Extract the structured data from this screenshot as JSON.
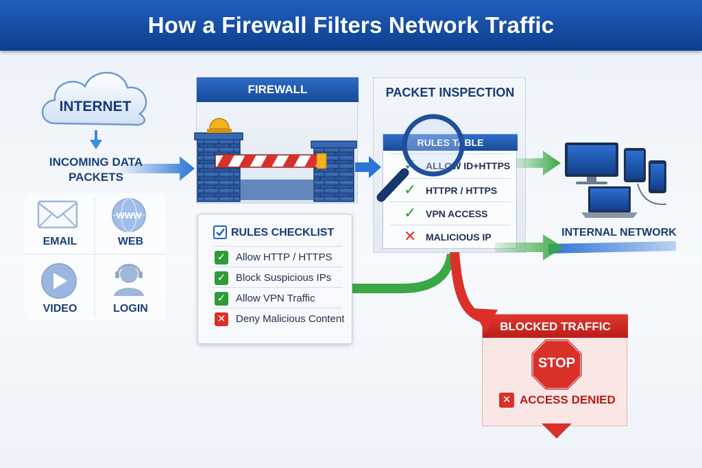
{
  "title": "How a Firewall Filters Network Traffic",
  "source": {
    "cloud_label": "INTERNET",
    "incoming_line1": "INCOMING DATA",
    "incoming_line2": "PACKETS",
    "services": [
      {
        "label": "EMAIL",
        "icon": "envelope-icon"
      },
      {
        "label": "WEB",
        "icon": "globe-www-icon"
      },
      {
        "label": "VIDEO",
        "icon": "play-icon"
      },
      {
        "label": "LOGIN",
        "icon": "user-headset-icon"
      }
    ]
  },
  "firewall": {
    "header": "FIREWALL",
    "checklist_title": "RULES CHECKLIST",
    "rules": [
      {
        "text": "Allow HTTP / HTTPS",
        "status": "allow"
      },
      {
        "text": "Block Suspicious IPs",
        "status": "allow"
      },
      {
        "text": "Allow VPN Traffic",
        "status": "allow"
      },
      {
        "text": "Deny Malicious Content",
        "status": "deny"
      }
    ]
  },
  "inspection": {
    "header": "PACKET INSPECTION",
    "rules_table_title": "RULES TABLE",
    "rows": [
      {
        "text": "ALLOW ID+HTTPS",
        "status": "allow"
      },
      {
        "text": "HTTPR / HTTPS",
        "status": "allow"
      },
      {
        "text": "VPN ACCESS",
        "status": "allow"
      },
      {
        "text": "MALICIOUS IP",
        "status": "deny"
      }
    ]
  },
  "internal": {
    "label": "INTERNAL NETWORK"
  },
  "blocked": {
    "header": "BLOCKED TRAFFIC",
    "stop_sign": "STOP",
    "denied": "ACCESS DENIED"
  },
  "colors": {
    "banner": "#1a52a8",
    "allow": "#2f9b37",
    "deny": "#d9302a",
    "arrow_blue": "#2b73d6",
    "arrow_green": "#3aa845",
    "arrow_red": "#d9302a"
  }
}
